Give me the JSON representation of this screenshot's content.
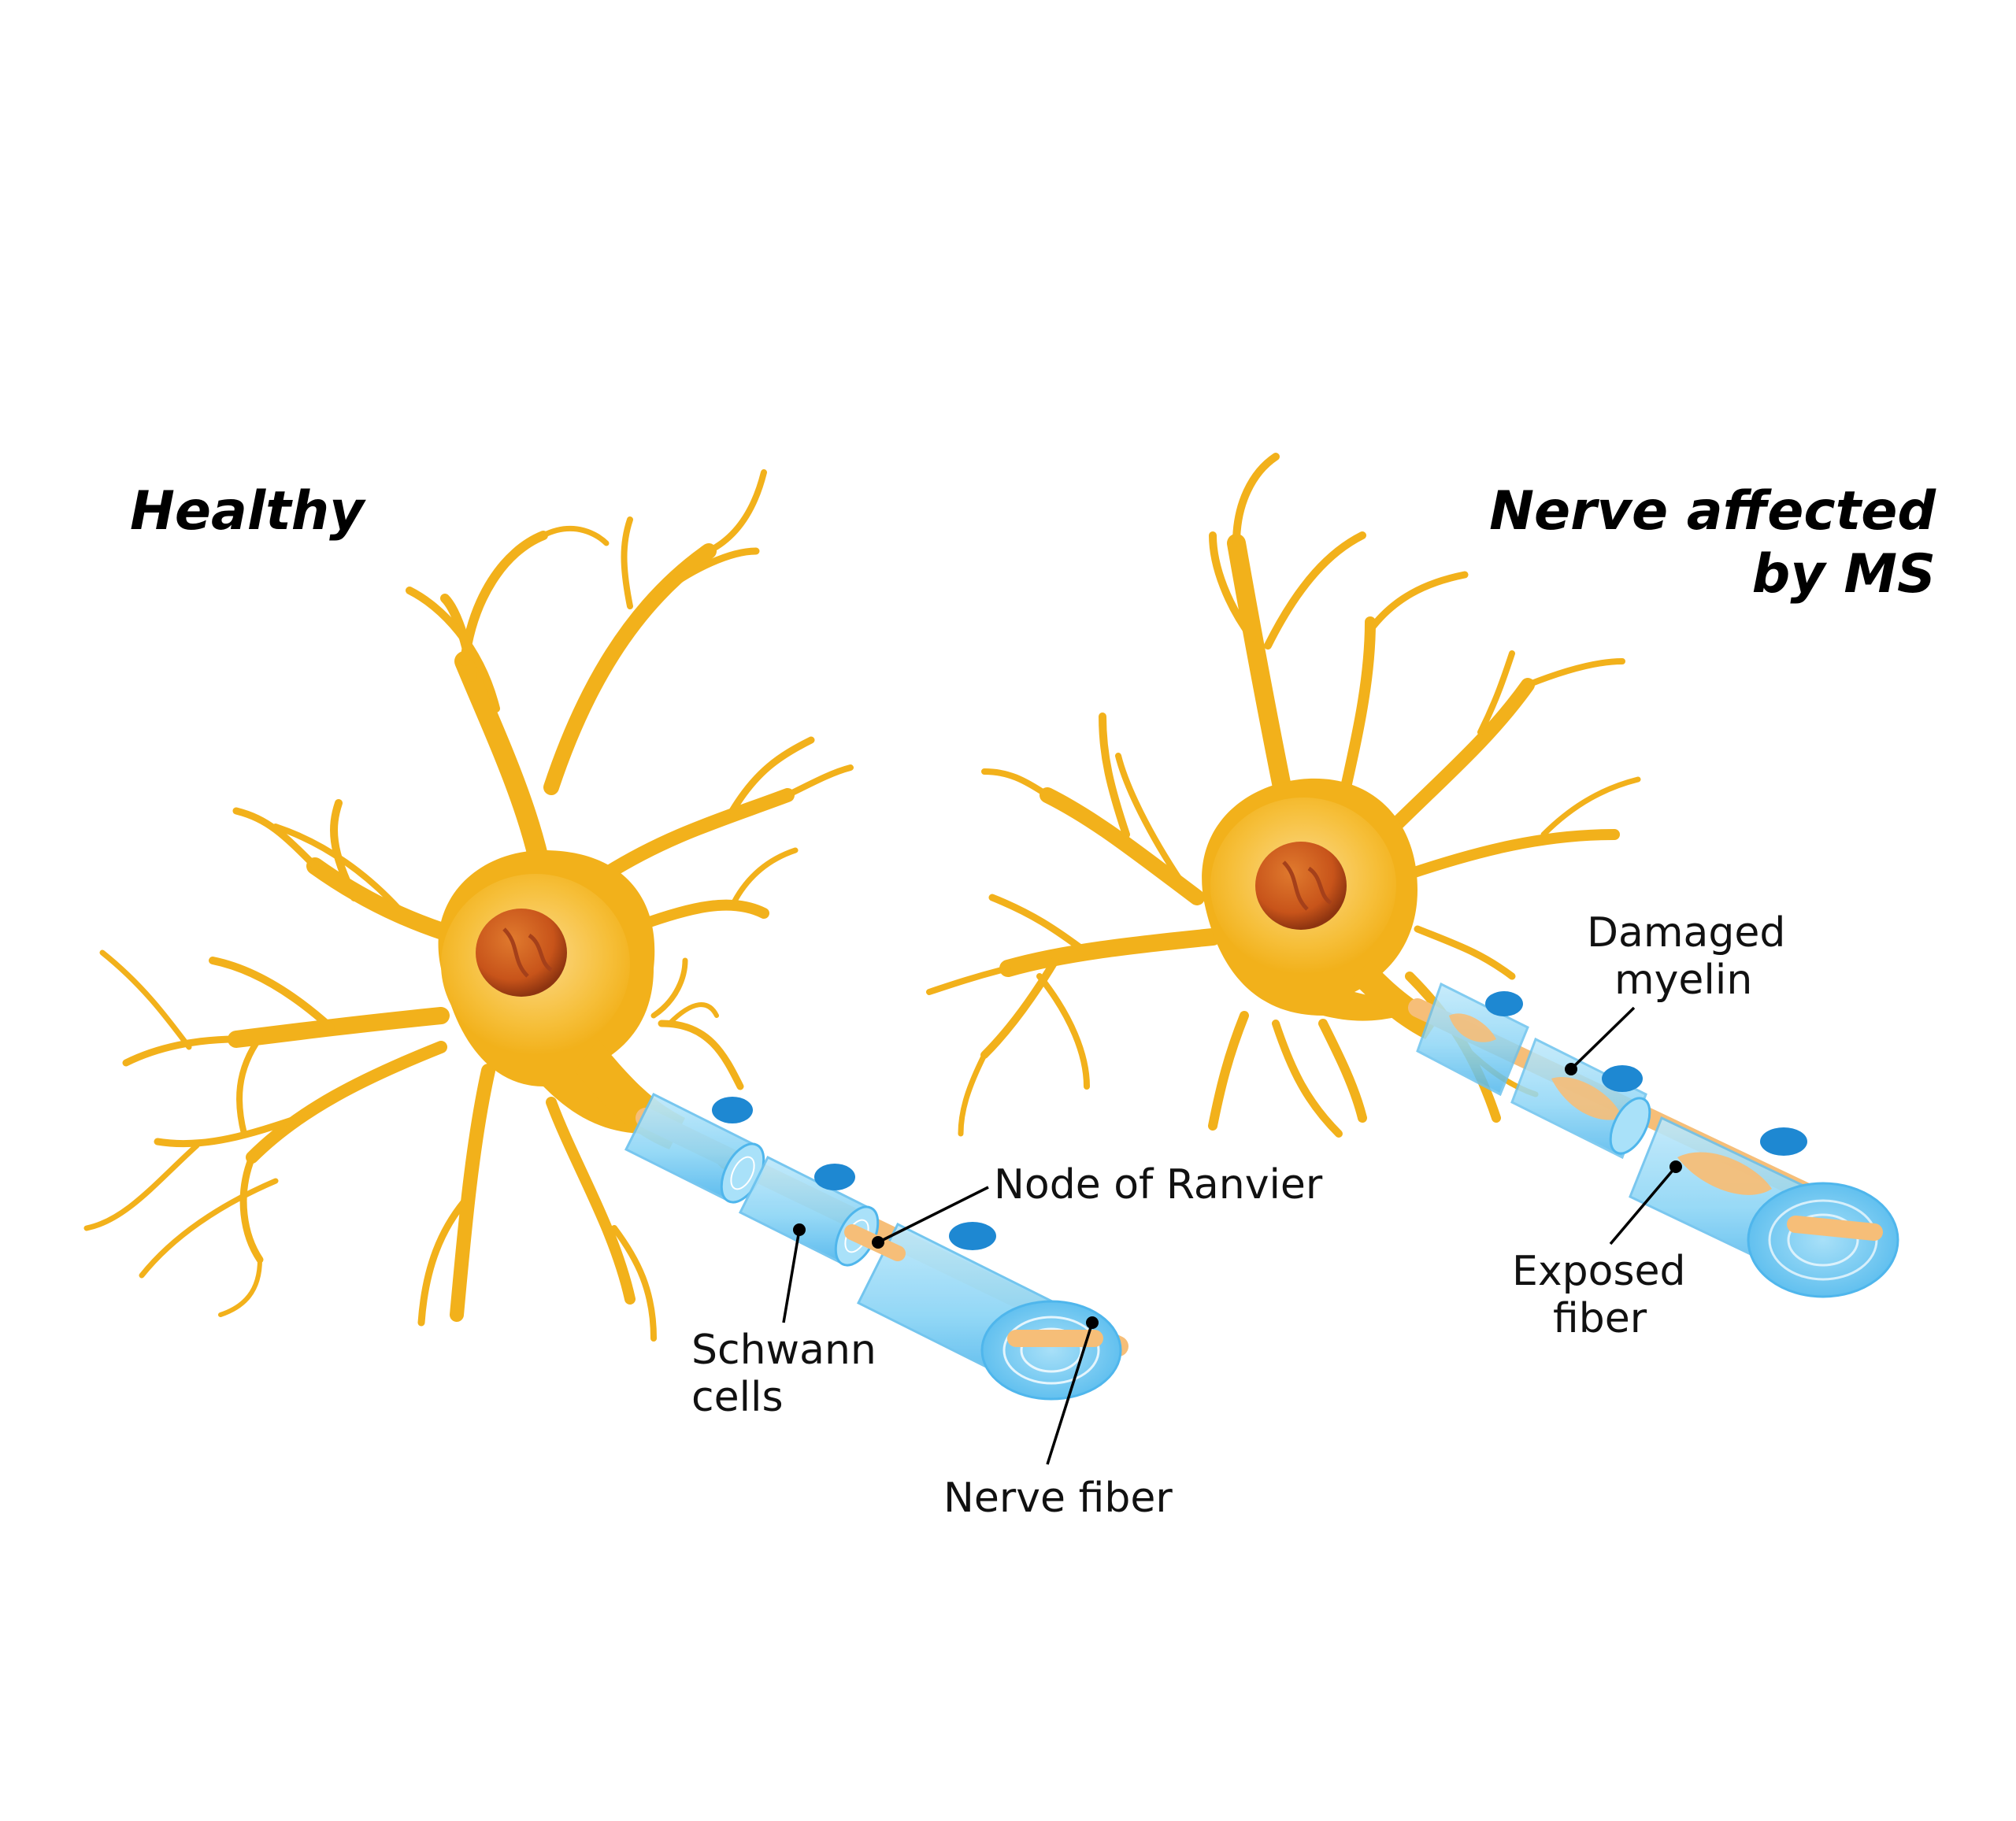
{
  "panels": {
    "healthy": {
      "title": "Healthy",
      "labels": {
        "node_of_ranvier": "Node of Ranvier",
        "schwann_line1": "Schwann",
        "schwann_line2": "cells",
        "nerve_fiber": "Nerve fiber"
      }
    },
    "ms": {
      "title_line1": "Nerve affected",
      "title_line2": "by MS",
      "labels": {
        "damaged_line1": "Damaged",
        "damaged_line2": "myelin",
        "exposed_line1": "Exposed",
        "exposed_line2": "fiber"
      }
    }
  },
  "colors": {
    "neuron": "#F2B11B",
    "neuron_light": "#FAD47A",
    "nucleus": "#C8541A",
    "nucleus_dark": "#8E3410",
    "myelin": "#8ED6F6",
    "myelin_dark": "#3AA8E8",
    "schwann_nucleus": "#1E88D2",
    "axon": "#F6BE78"
  }
}
